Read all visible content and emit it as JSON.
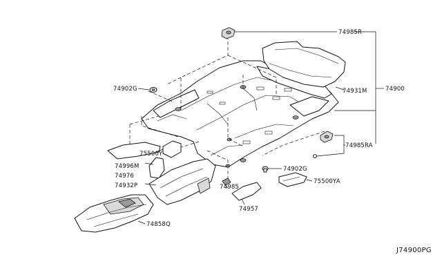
{
  "diagram": {
    "code": "J74900PG",
    "labels": {
      "p74985R": "74985R",
      "p74931M": "74931M",
      "p74900": "74900",
      "p74902G_top": "74902G",
      "p74985RA": "74985RA",
      "p75500Y": "75500Y",
      "p74996M": "74996M",
      "p74976": "74976",
      "p74932P": "74932P",
      "p74902G_mid": "74902G",
      "p74985": "74985",
      "p75500YA": "75500YA",
      "p74957": "74957",
      "p74858Q": "74858Q"
    }
  }
}
